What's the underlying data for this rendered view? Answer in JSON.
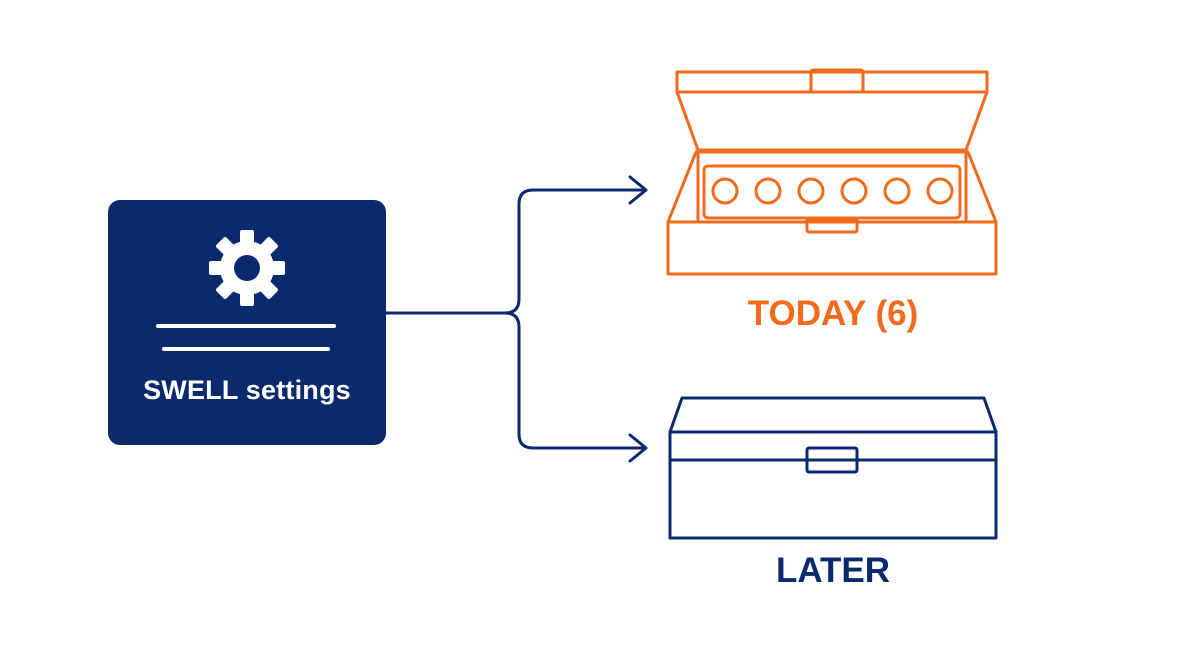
{
  "source": {
    "label": "SWELL settings",
    "icon": "gear-icon"
  },
  "targets": [
    {
      "label": "TODAY (6)",
      "icon": "open-box-with-items-icon",
      "item_count": 6,
      "color": "#f26a1b"
    },
    {
      "label": "LATER",
      "icon": "closed-box-icon",
      "color": "#0b2a6e"
    }
  ],
  "colors": {
    "primary": "#0b2a6e",
    "accent": "#f26a1b",
    "background": "#ffffff"
  }
}
